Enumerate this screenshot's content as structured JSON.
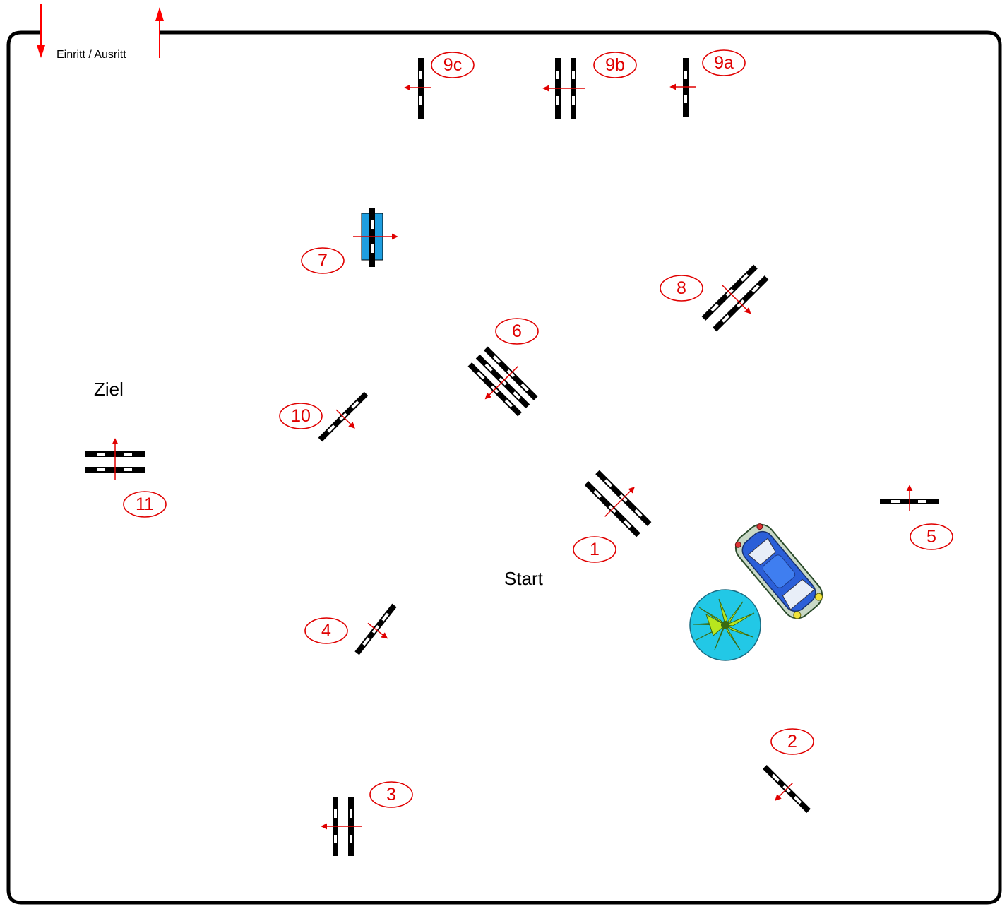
{
  "entry_label": "Einritt / Ausritt",
  "start_label": "Start",
  "finish_label": "Ziel",
  "obstacle_numbers": [
    "1",
    "2",
    "3",
    "4",
    "5",
    "6",
    "7",
    "8",
    "9a",
    "9b",
    "9c",
    "10",
    "11"
  ],
  "icons": {
    "entry_arrow": "arrow-down-icon",
    "exit_arrow": "arrow-up-icon",
    "car": "car-icon",
    "plant": "plant-icon"
  },
  "colors": {
    "arena_border": "#000000",
    "number_marker": "#e00000",
    "direction_arrow": "#e00000",
    "pole": "#000000",
    "water_obstacle": "#1e9ee0",
    "plant_pool": "#22c8e6",
    "plant_leaves": "#b8e61e"
  }
}
